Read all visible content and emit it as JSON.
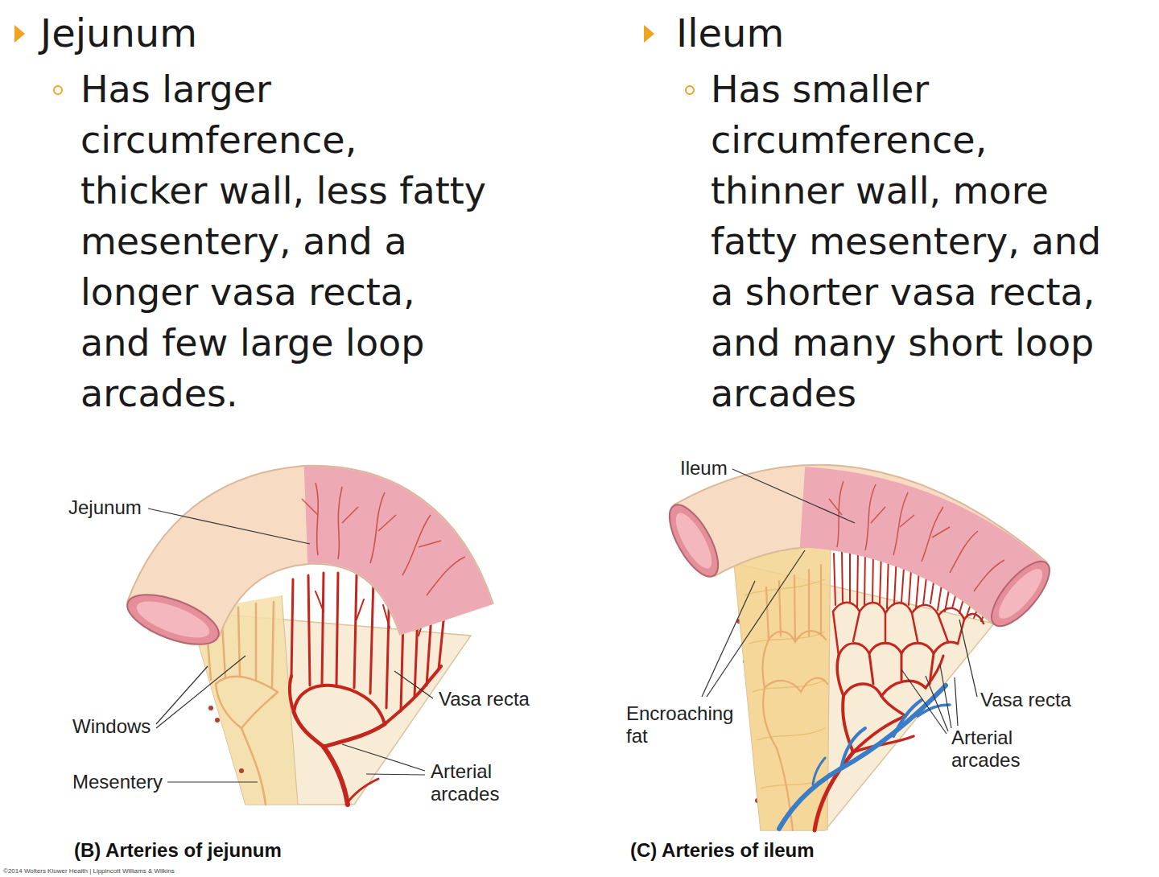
{
  "diagram": {
    "labels": [
      "Jejunum",
      "Has larger circumference, thicker wall, less fatty mesentery, and a longer vasa recta, and few large loop arcades.",
      "Ileum",
      "Has smaller circumference, thinner wall, more fatty mesentery, and a shorter vasa recta, and many short loop arcades",
      "Jejunum",
      "Windows",
      "Mesentery",
      "Vasa recta",
      "Arterial arcades",
      "(B) Arteries of jejunum",
      "Ileum",
      "Encroaching fat",
      "Vasa recta",
      "Arterial arcades",
      "(C) Arteries of ileum",
      "©2014 Wolters Kluwer Health | Lippincott Williams & Wilkins"
    ]
  }
}
